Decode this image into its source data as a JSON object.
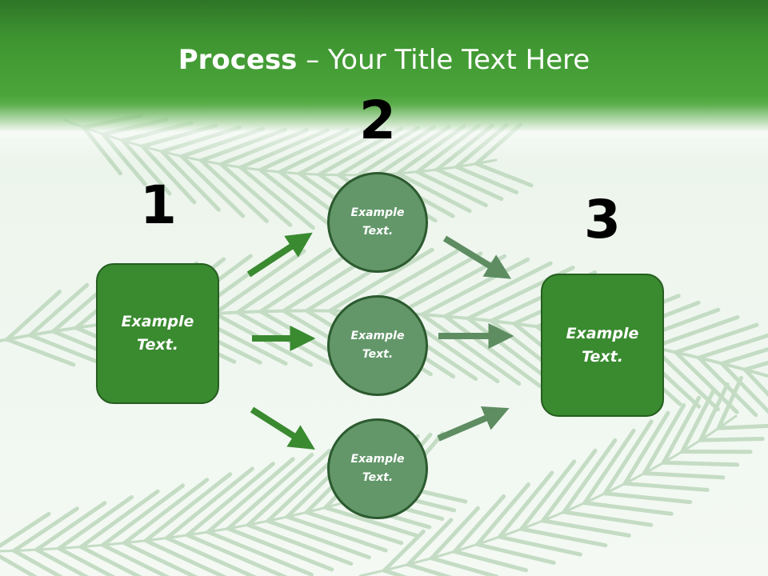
{
  "title": {
    "bold": "Process",
    "rest": " – Your Title Text Here"
  },
  "steps": [
    {
      "number": "1",
      "label": "Example Text."
    },
    {
      "number": "2",
      "items": [
        {
          "label": "Example Text."
        },
        {
          "label": "Example Text."
        },
        {
          "label": "Example Text."
        }
      ]
    },
    {
      "number": "3",
      "label": "Example Text."
    }
  ],
  "colors": {
    "title_band": "#4aa43a",
    "box_fill": "#3a8a30",
    "box_border": "#265e20",
    "circle_fill": "#63976a",
    "circle_border": "#2c5a2f",
    "arrow_dark": "#3a8a30",
    "arrow_light": "#5e8d62",
    "background": "#f1f7f1"
  },
  "icons": {
    "background": "palm-leaf-illustration",
    "connectors": "arrow-right-icon"
  }
}
